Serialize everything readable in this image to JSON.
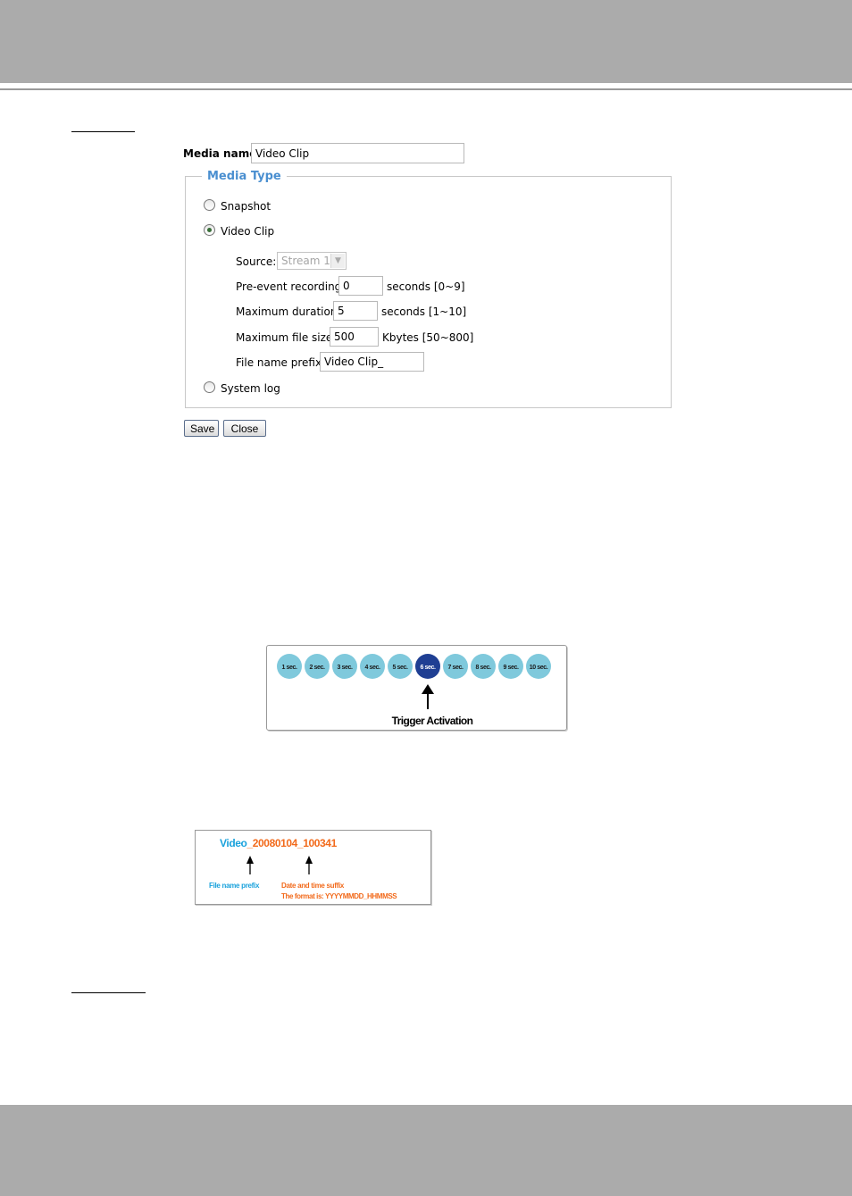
{
  "form": {
    "media_name_label": "Media name:",
    "media_name_value": "Video Clip",
    "media_type_legend": "Media Type",
    "option_snapshot": "Snapshot",
    "option_video_clip": "Video Clip",
    "option_system_log": "System log",
    "selected_option": "Video Clip",
    "source_label": "Source:",
    "source_value": "Stream 1",
    "pre_event_label": "Pre-event recording:",
    "pre_event_value": "0",
    "pre_event_unit": "seconds [0~9]",
    "max_duration_label": "Maximum duration:",
    "max_duration_value": "5",
    "max_duration_unit": "seconds [1~10]",
    "max_file_size_label": "Maximum file size:",
    "max_file_size_value": "500",
    "max_file_size_unit": "Kbytes [50~800]",
    "file_prefix_label": "File name prefix:",
    "file_prefix_value": "Video Clip_",
    "save_label": "Save",
    "close_label": "Close"
  },
  "timeline_figure": {
    "seconds": [
      "1 sec.",
      "2 sec.",
      "3 sec.",
      "4 sec.",
      "5 sec.",
      "6 sec.",
      "7 sec.",
      "8 sec.",
      "9 sec.",
      "10 sec."
    ],
    "trigger_index": 5,
    "trigger_label": "Trigger Activation",
    "circle_color": "#7fc9dc",
    "trigger_color": "#1f3f93"
  },
  "filename_figure": {
    "prefix_part": "Video",
    "suffix_part": "_20080104_100341",
    "prefix_caption": "File name prefix",
    "suffix_caption_1": "Date and time suffix",
    "suffix_caption_2": "The format is: YYYYMMDD_HHMMSS",
    "prefix_color": "#1aa2dc",
    "suffix_color": "#f26a1b"
  }
}
